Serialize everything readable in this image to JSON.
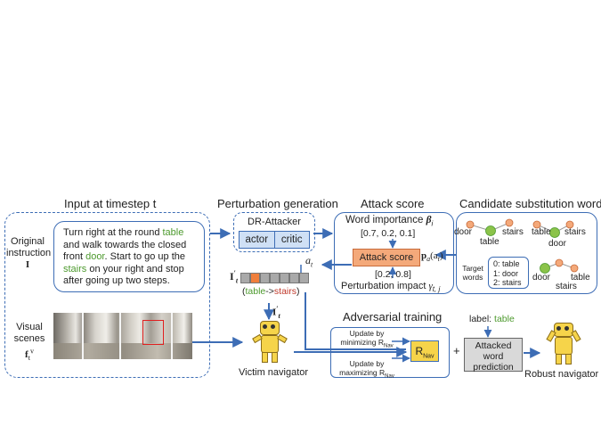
{
  "headers": {
    "input": "Input at timestep t",
    "perturbation": "Perturbation generation",
    "attack_score": "Attack score",
    "candidates": "Candidate substitution words",
    "adversarial": "Adversarial training"
  },
  "input": {
    "instruction_label": "Original instruction",
    "instruction_symbol": "I",
    "instruction_parts": [
      {
        "text": "Turn right at the round ",
        "color": "#222222"
      },
      {
        "text": "table",
        "color": "#4d9a2e"
      },
      {
        "text": " and walk towards the closed front ",
        "color": "#222222"
      },
      {
        "text": "door",
        "color": "#4d9a2e"
      },
      {
        "text": ".  Start to go up the ",
        "color": "#222222"
      },
      {
        "text": "stairs",
        "color": "#4d9a2e"
      },
      {
        "text": " on your right and stop after going up two steps.",
        "color": "#222222"
      }
    ],
    "visual_label": "Visual scenes",
    "visual_symbol": "f",
    "visual_sub": "t",
    "visual_sup": "v"
  },
  "perturbation": {
    "attacker_title": "DR-Attacker",
    "actor": "actor",
    "critic": "critic",
    "action_symbol": "a",
    "action_sub": "t",
    "perturbed_symbol": "I",
    "perturbed_sub": "t",
    "perturbed_prime": "′",
    "change_open": "(",
    "change_from": "table",
    "change_arrow": "->",
    "change_to": "stairs",
    "change_close": ")",
    "arrow_symbol": "I",
    "arrow_sub": "t",
    "arrow_prime": "′"
  },
  "attack": {
    "word_importance": "Word importance",
    "beta": "β",
    "beta_sub": "i",
    "importance_values": "[0.7, 0.2, 0.1]",
    "attack_score_label": "Attack score",
    "p_symbol": "p",
    "p_sub": "a",
    "p_arg": "(a",
    "p_arg_sub": "t",
    "p_close": ")",
    "impact_values": "[0.2, 0.8]",
    "perturbation_impact": "Perturbation impact",
    "gamma": "γ",
    "gamma_sub": "t, j"
  },
  "candidates": {
    "graph1": {
      "left": "door",
      "right": "stairs",
      "bottom": "table"
    },
    "graph2": {
      "left": "table",
      "right": "stairs",
      "bottom": "door"
    },
    "graph3": {
      "left": "door",
      "right": "table",
      "bottom": "stairs"
    },
    "target_label": "Target words",
    "targets": [
      "0: table",
      "1: door",
      "2: stairs"
    ]
  },
  "adversarial": {
    "update_min_1": "Update by",
    "update_min_2": "minimizing R",
    "update_min_sub": "Nav",
    "update_max_1": "Update by",
    "update_max_2": "maximizing R",
    "update_max_sub": "Nav",
    "r_label": "R",
    "r_sub": "Nav",
    "plus": "+"
  },
  "prediction": {
    "label_prefix": "label: ",
    "label_word": "table",
    "box_text": "Attacked word prediction"
  },
  "navigators": {
    "victim": "Victim navigator",
    "robust": "Robust navigator"
  },
  "colors": {
    "blue": "#3d6db5",
    "light_blue": "#cfe0f5",
    "orange": "#f4a97a",
    "green": "#4d9a2e",
    "red": "#c0392b",
    "gray": "#a9a9a9",
    "yellow": "#f6d44a"
  }
}
